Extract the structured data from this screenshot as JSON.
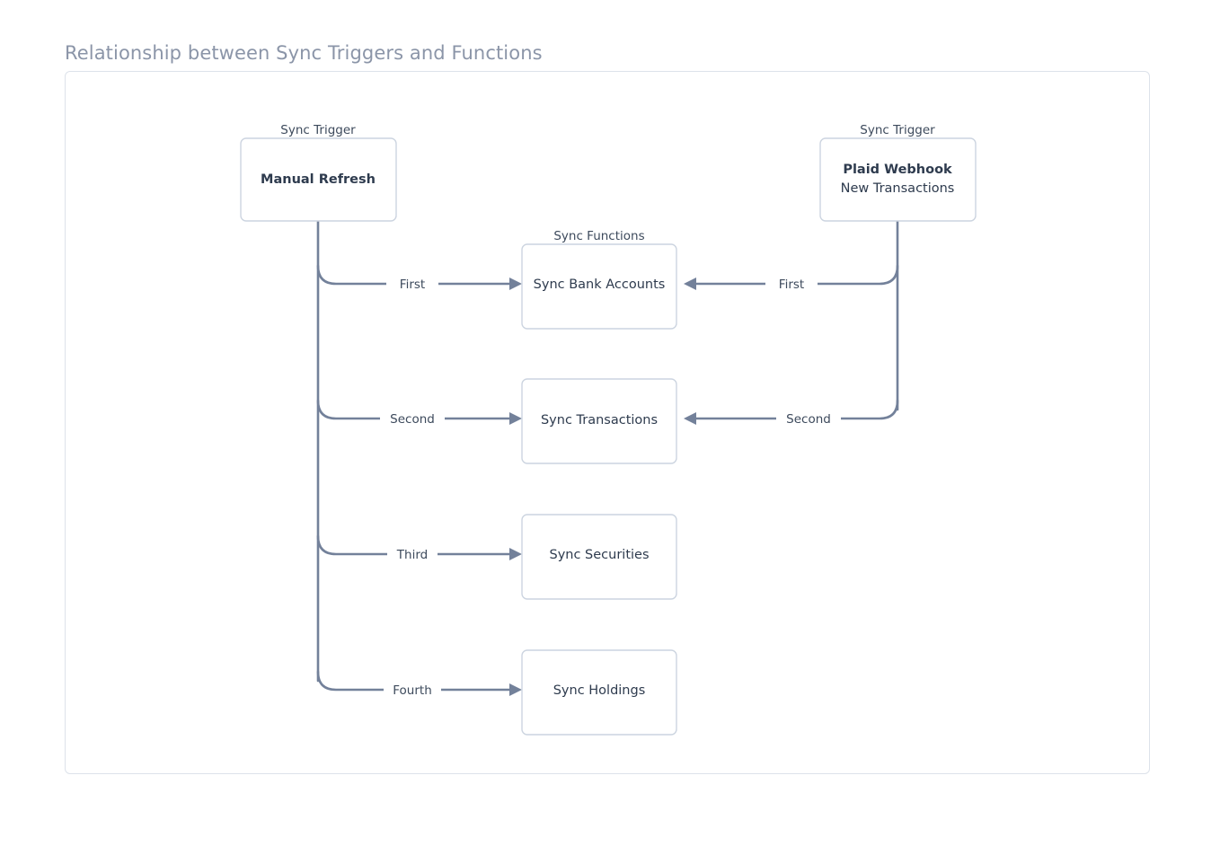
{
  "page": {
    "title": "Relationship between Sync Triggers and Functions",
    "background_color": "#ffffff",
    "title_color": "#8b95a8",
    "container_border_color": "#dde2ea"
  },
  "diagram": {
    "type": "flowchart",
    "edge_color": "#73819a",
    "node_border_color": "#ccd4e0",
    "node_fill_color": "#ffffff",
    "node_text_color": "#2e3b4e",
    "groups": [
      {
        "id": "trigger-left",
        "label": "Sync Trigger"
      },
      {
        "id": "functions",
        "label": "Sync Functions"
      },
      {
        "id": "trigger-right",
        "label": "Sync Trigger"
      }
    ],
    "triggers": [
      {
        "id": "manual-refresh",
        "group_label": "Sync Trigger",
        "title": "Manual Refresh",
        "subtitle": ""
      },
      {
        "id": "plaid-webhook",
        "group_label": "Sync Trigger",
        "title": "Plaid Webhook",
        "subtitle": "New Transactions"
      }
    ],
    "functions": [
      {
        "id": "sync-bank-accounts",
        "label": "Sync Bank Accounts"
      },
      {
        "id": "sync-transactions",
        "label": "Sync Transactions"
      },
      {
        "id": "sync-securities",
        "label": "Sync Securities"
      },
      {
        "id": "sync-holdings",
        "label": "Sync Holdings"
      }
    ],
    "edges": [
      {
        "from": "manual-refresh",
        "to": "sync-bank-accounts",
        "label": "First",
        "direction": "right"
      },
      {
        "from": "manual-refresh",
        "to": "sync-transactions",
        "label": "Second",
        "direction": "right"
      },
      {
        "from": "manual-refresh",
        "to": "sync-securities",
        "label": "Third",
        "direction": "right"
      },
      {
        "from": "manual-refresh",
        "to": "sync-holdings",
        "label": "Fourth",
        "direction": "right"
      },
      {
        "from": "plaid-webhook",
        "to": "sync-bank-accounts",
        "label": "First",
        "direction": "left"
      },
      {
        "from": "plaid-webhook",
        "to": "sync-transactions",
        "label": "Second",
        "direction": "left"
      }
    ]
  }
}
